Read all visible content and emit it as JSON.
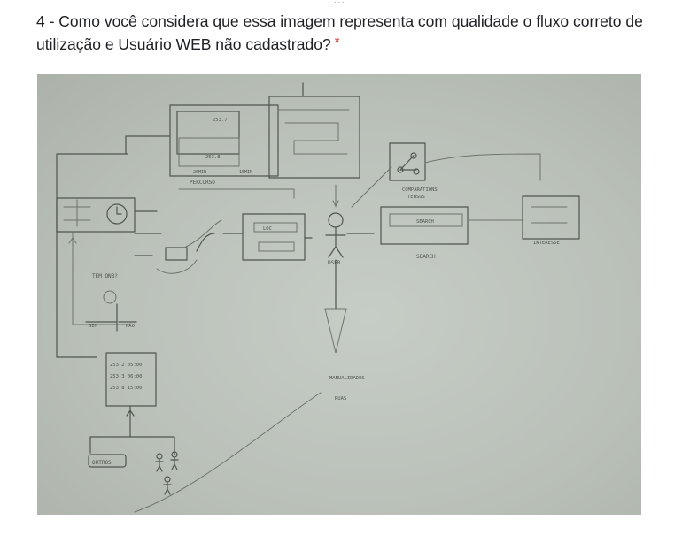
{
  "question": {
    "text": "4 - Como você considera que essa imagem representa com qualidade o fluxo correto de utilização e Usuário WEB não cadastrado?",
    "required_mark": "*"
  },
  "sketch": {
    "labels": {
      "percurso": "PERCURSO",
      "comparations": "COMPARATIONS",
      "tensus": "TENSUS",
      "user": "USER",
      "search": "SEARCH",
      "interesse": "INTERESSE",
      "tem_onibus": "TEM ONB?",
      "sim": "SIM",
      "nao": "NÃO",
      "horarios_1": "253.2 05:00",
      "horarios_2": "253.3 06:00",
      "horarios_3": "253.8 15:00",
      "outros": "OUTROS",
      "manualidades": "MANUALIDADES",
      "ruas": "RUAS",
      "time_1": "253.7",
      "time_2": "253.8",
      "time_3": "20MIN",
      "time_4": "15MIN",
      "search_box": "SEARCH",
      "loc": "LOC"
    }
  }
}
